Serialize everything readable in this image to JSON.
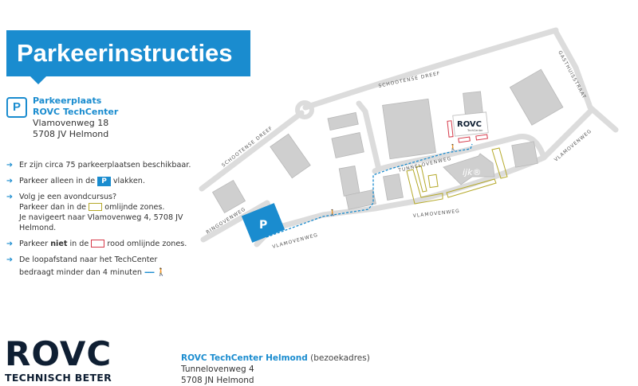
{
  "title": "Parkeerinstructies",
  "parking": {
    "icon_letter": "P",
    "name_line1": "Parkeerplaats",
    "name_line2": "ROVC TechCenter",
    "street": "Vlamovenweg 18",
    "city": "5708 JV Helmond"
  },
  "instructions": {
    "item1": "Er zijn circa 75 parkeerplaatsen beschikbaar.",
    "item2_pre": "Parkeer alleen in de",
    "item2_chip": "P",
    "item2_post": "vlakken.",
    "item3_line1": "Volg je een avondcursus?",
    "item3_pre": "Parkeer dan in de",
    "item3_post": "omlijnde zones.",
    "item3_line3": "Je navigeert naar Vlamovenweg 4, 5708 JV Helmond.",
    "item4_pre": "Parkeer",
    "item4_bold": "niet",
    "item4_mid": "in de",
    "item4_post": "rood omlijnde zones.",
    "item5_line1": "De loopafstand naar het TechCenter",
    "item5_line2": "bedraagt minder dan 4 minuten"
  },
  "map": {
    "streets": {
      "schootense_dreef_top": "SCHOOTENSE DREEF",
      "schootense_dreef_left": "SCHOOTENSE DREEF",
      "gasthuisstraat": "GASTHUISSTRAAT",
      "vlamovenweg_right": "VLAMOVENWEG",
      "tunnelovenweg": "TUNNELOVENWEG",
      "vlamovenweg_mid": "VLAMOVENWEG",
      "vlamovenweg_left": "VLAMOVENWEG",
      "ringovenweg": "RINGOVENWEG"
    },
    "parking_letter": "P",
    "rovc_label": "ROVC",
    "rovc_sub": "TechCenter",
    "ijk_label": "ijk®",
    "colors": {
      "route": "#1a8ccf",
      "evening_zone": "#b5a92a",
      "no_park_zone": "#d63a4a",
      "road": "#dcdcdc",
      "building": "#cfcfcf"
    }
  },
  "footer": {
    "logo_main": "ROVC",
    "logo_tagline": "TECHNISCH BETER",
    "address_name": "ROVC TechCenter Helmond",
    "address_note": "(bezoekadres)",
    "address_street": "Tunnelovenweg 4",
    "address_city": "5708 JN Helmond"
  }
}
